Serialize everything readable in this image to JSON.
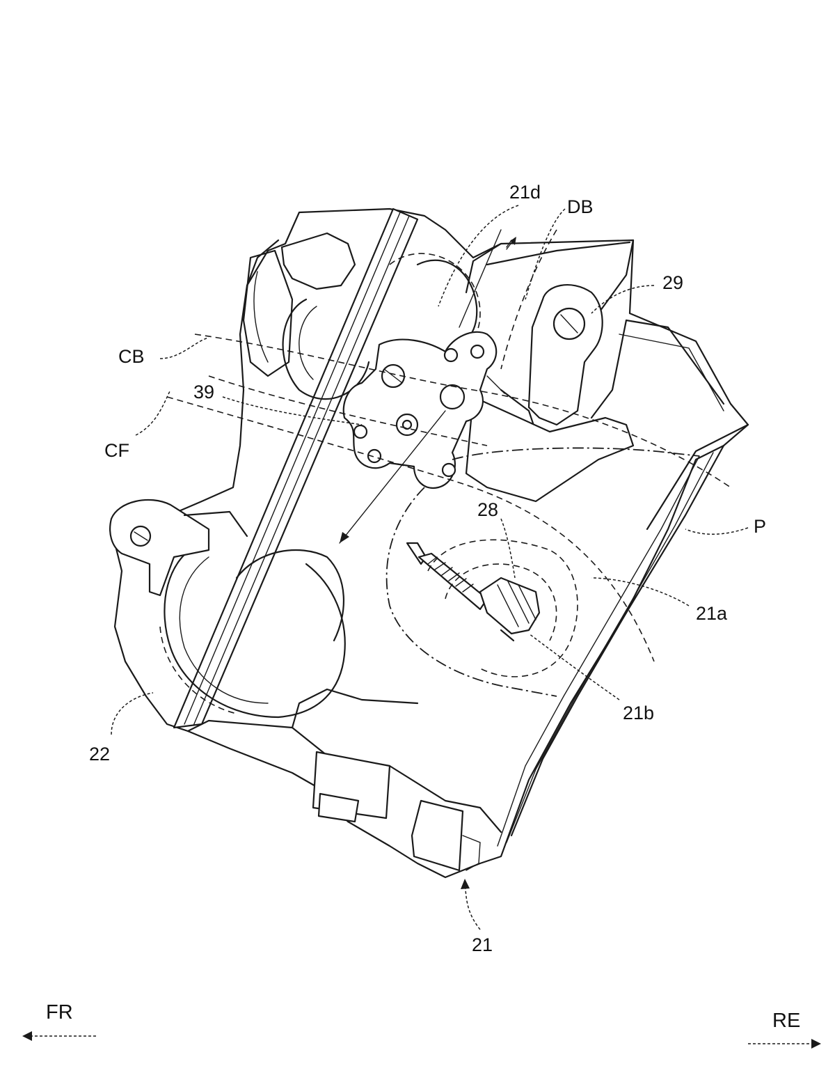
{
  "labels": {
    "ref_21d": "21d",
    "ref_DB": "DB",
    "ref_29": "29",
    "ref_CB": "CB",
    "ref_39": "39",
    "ref_CF": "CF",
    "ref_28": "28",
    "ref_P": "P",
    "ref_21a": "21a",
    "ref_21b": "21b",
    "ref_22": "22",
    "ref_21": "21"
  },
  "directions": {
    "front": "FR",
    "rear": "RE"
  }
}
